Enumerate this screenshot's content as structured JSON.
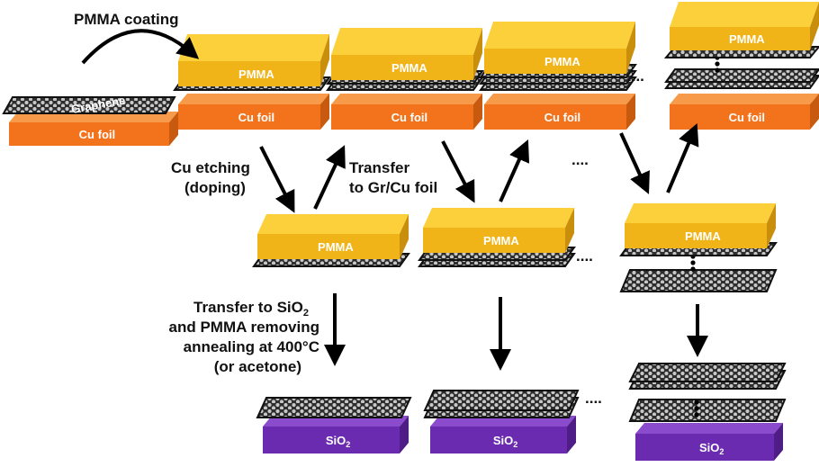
{
  "labels": {
    "pmma_coating": "PMMA coating",
    "cu_etching_1": "Cu etching",
    "cu_etching_2": "(doping)",
    "transfer_1": "Transfer",
    "transfer_2": "to Gr/Cu foil",
    "sio2_1": "Transfer to SiO",
    "sio2_1_sub": "2",
    "sio2_2": "and  PMMA removing",
    "sio2_3": "annealing at 400°C",
    "sio2_4": "(or acetone)",
    "ellipsis": "...."
  },
  "materials": {
    "graphene": "Graphene",
    "cu": "Cu foil",
    "pmma": "PMMA",
    "sio2": "SiO",
    "sio2_sub": "2"
  },
  "colors": {
    "cu_front": "#f2731c",
    "cu_top": "#f79a4a",
    "cu_side": "#c85a10",
    "pmma_front": "#f1b418",
    "pmma_top": "#fcd03a",
    "pmma_side": "#c98f0c",
    "sio2_front": "#6a2bb0",
    "sio2_top": "#8a4ccc",
    "sio2_side": "#4e1d85",
    "sheet": "#3a3a3a",
    "hex": "#c8c8c8"
  }
}
